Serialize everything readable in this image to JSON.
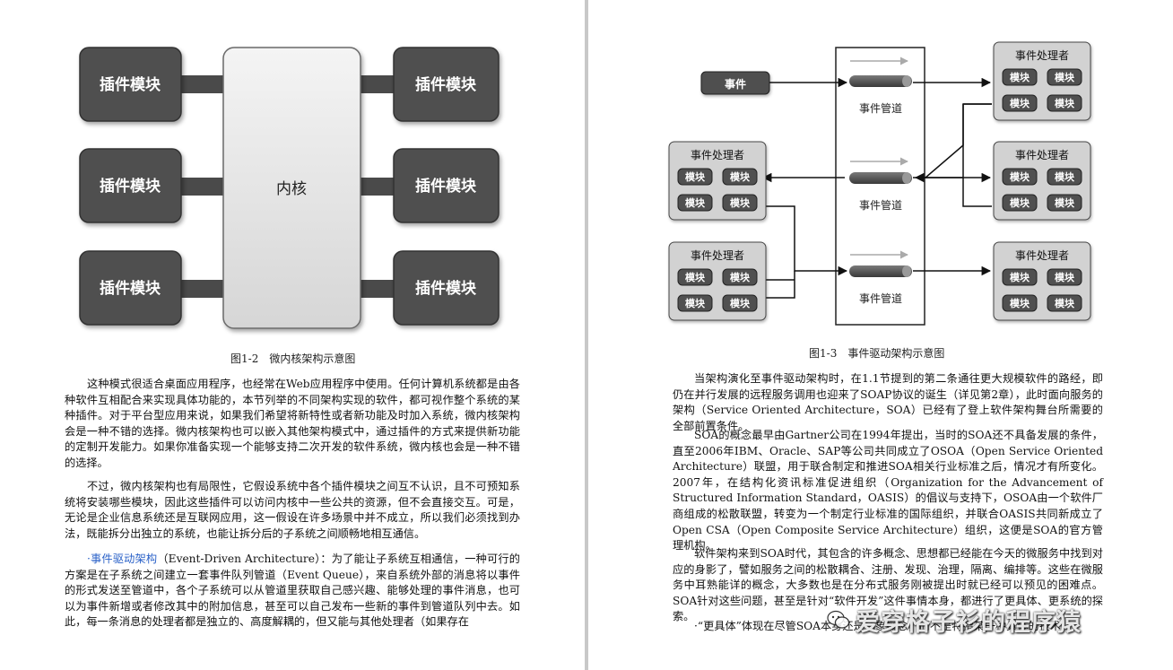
{
  "left": {
    "fig1": {
      "kernel": "内核",
      "plugin_label": "插件模块",
      "caption": "图1-2　微内核架构示意图"
    },
    "p1": "这种模式很适合桌面应用程序，也经常在Web应用程序中使用。任何计算机系统都是由各种软件互相配合来实现具体功能的，本节列举的不同架构实现的软件，都可视作整个系统的某种插件。对于平台型应用来说，如果我们希望将新特性或者新功能及时加入系统，微内核架构会是一种不错的选择。微内核架构也可以嵌入其他架构模式中，通过插件的方式来提供新功能的定制开发能力。如果你准备实现一个能够支持二次开发的软件系统，微内核也会是一种不错的选择。",
    "p2": "不过，微内核架构也有局限性，它假设系统中各个插件模块之间互不认识，且不可预知系统将安装哪些模块，因此这些插件可以访问内核中一些公共的资源，但不会直接交互。可是，无论是企业信息系统还是互联网应用，这一假设在许多场景中并不成立，所以我们必须找到办法，既能拆分出独立的系统，也能让拆分后的子系统之间顺畅地相互通信。",
    "p3_title": "·事件驱动架构",
    "p3_body": "（Event-Driven Architecture）：为了能让子系统互相通信，一种可行的方案是在子系统之间建立一套事件队列管道（Event Queue），来自系统外部的消息将以事件的形式发送至管道中，各个子系统可以从管道里获取自己感兴趣、能够处理的事件消息，也可以为事件新增或者修改其中的附加信息，甚至可以自己发布一些新的事件到管道队列中去。如此，每一条消息的处理者都是独立的、高度解耦的，但又能与其他处理者（如果存在"
  },
  "right": {
    "fig2": {
      "event": "事件",
      "pipe": "事件管道",
      "handler": "事件处理者",
      "module": "模块",
      "caption": "图1-3　事件驱动架构示意图"
    },
    "p1": "当架构演化至事件驱动架构时，在1.1节提到的第二条通往更大规模软件的路经，即仍在并行发展的远程服务调用也迎来了SOAP协议的诞生（详见第2章），此时面向服务的架构（Service Oriented Architecture，SOA）已经有了登上软件架构舞台所需要的全部前置条件。",
    "p2": "SOA的概念最早由Gartner公司在1994年提出，当时的SOA还不具备发展的条件，直至2006年IBM、Oracle、SAP等公司共同成立了OSOA（Open Service Oriented Architecture）联盟，用于联合制定和推进SOA相关行业标准之后，情况才有所变化。2007年，在结构化资讯标准促进组织（Organization for the Advancement of Structured Information Standard，OASIS）的倡议与支持下，OSOA由一个软件厂商组成的松散联盟，转变为一个制定行业标准的国际组织，并联合OASIS共同新成立了Open CSA（Open Composite Service Architecture）组织，这便是SOA的官方管理机构。",
    "p3": "软件架构来到SOA时代，其包含的许多概念、思想都已经能在今天的微服务中找到对应的身影了，譬如服务之间的松散耦合、注册、发现、治理，隔离、编排等。这些在微服务中耳熟能详的概念，大多数也是在分布式服务刚被提出时就已经可以预见的困难点。SOA针对这些问题，甚至是针对“软件开发”这件事情本身，都进行了更具体、更系统的探索。",
    "p4": "·“更具体”体现在尽管SOA本身还是抽象概念，而不是特指某一种具体的技术，"
  },
  "watermark": {
    "text": "爱穿格子衫的程序猿"
  }
}
